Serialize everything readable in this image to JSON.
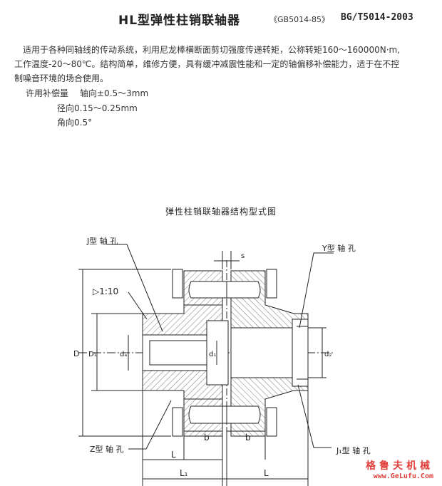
{
  "header": {
    "title": "HL型弹性柱销联轴器",
    "standard_ref": "《GB5014-85》",
    "standard_code": "BG/T5014-2003"
  },
  "description": {
    "line1": "适用于各种同轴线的传动系统，利用尼龙棒横断面剪切强度传递转矩，公称转矩160～160000N·m,",
    "line2": "工作温度-20～80℃。结构简单，维修方便，具有缓冲减震性能和一定的轴偏移补偿能力，适于在不控",
    "line3": "制噪音环境的场合使用。"
  },
  "compensation": {
    "label": "许用补偿量",
    "axial": "轴向±0.5～3mm",
    "radial": "径向0.15～0.25mm",
    "angular": "角向0.5°"
  },
  "figure": {
    "caption": "弹性柱销联轴器结构型式图",
    "labels": {
      "j_bore": "J型 轴 孔",
      "y_bore": "Y型 轴 孔",
      "z_bore": "Z型 轴 孔",
      "j1_bore": "J₁型 轴 孔",
      "taper": "▷1:10",
      "s": "s",
      "D": "D",
      "D1": "D₁",
      "dz": "dₐ",
      "d1": "d₁",
      "d2": "d₂",
      "b_left": "b",
      "b_right": "b",
      "L_left": "L",
      "L1": "L₁",
      "L_right": "L"
    }
  },
  "watermark": {
    "name": "格鲁夫机械",
    "url": "www.GeLufu.Com"
  }
}
